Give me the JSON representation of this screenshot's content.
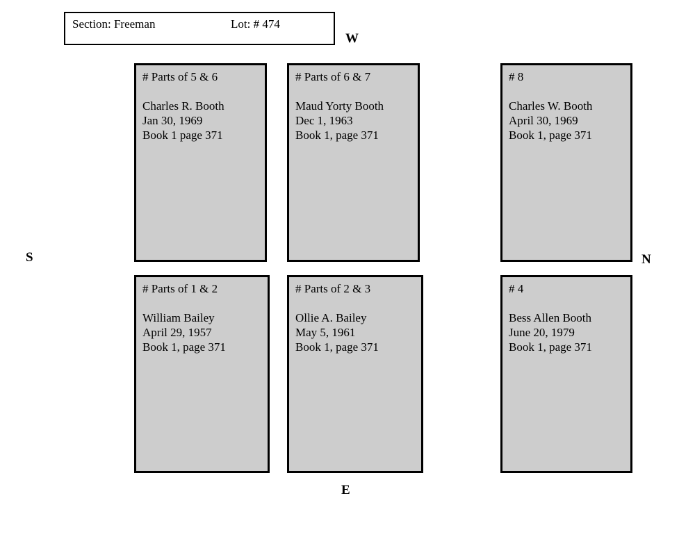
{
  "header": {
    "section_label": "Section: Freeman",
    "lot_label": "Lot: # 474"
  },
  "compass": {
    "west": "W",
    "south": "S",
    "north": "N",
    "east": "E"
  },
  "plots": [
    {
      "id": "# Parts of 5 & 6",
      "name": "Charles R. Booth",
      "date": "Jan 30, 1969",
      "book": "Book 1 page 371"
    },
    {
      "id": "# Parts of 6 & 7",
      "name": "Maud Yorty Booth",
      "date": "Dec 1, 1963",
      "book": "Book 1, page 371"
    },
    {
      "id": "# 8",
      "name": "Charles W. Booth",
      "date": "April 30, 1969",
      "book": "Book 1, page 371"
    },
    {
      "id": "# Parts of 1 & 2",
      "name": "William Bailey",
      "date": "April 29, 1957",
      "book": "Book 1, page 371"
    },
    {
      "id": "# Parts of 2 & 3",
      "name": "Ollie A. Bailey",
      "date": "May 5, 1961",
      "book": "Book 1, page 371"
    },
    {
      "id": "# 4",
      "name": "Bess Allen Booth",
      "date": "June 20, 1979",
      "book": "Book 1, page 371"
    }
  ],
  "colors": {
    "plot_fill": "#cdcdcd",
    "plot_border": "#000000",
    "text": "#000000",
    "background": "#ffffff"
  }
}
